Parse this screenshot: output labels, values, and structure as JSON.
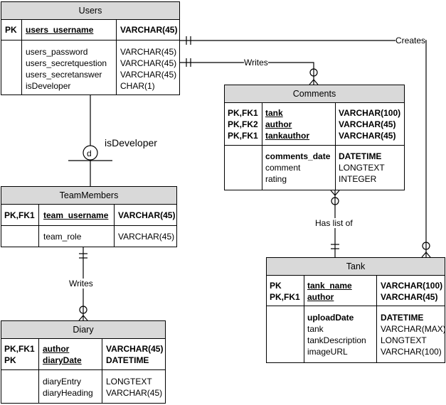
{
  "entities": {
    "users": {
      "title": "Users",
      "key_rows": [
        {
          "key": "PK",
          "name": "users_username",
          "type": "VARCHAR(45)"
        }
      ],
      "attr_rows": [
        {
          "name": "users_password",
          "type": "VARCHAR(45)"
        },
        {
          "name": "users_secretquestion",
          "type": "VARCHAR(45)"
        },
        {
          "name": "users_secretanswer",
          "type": "VARCHAR(45)"
        },
        {
          "name": "isDeveloper",
          "type": "CHAR(1)"
        }
      ]
    },
    "comments": {
      "title": "Comments",
      "key_rows": [
        {
          "key": "PK,FK1",
          "name": "tank",
          "type": "VARCHAR(100)"
        },
        {
          "key": "PK,FK2",
          "name": "author",
          "type": "VARCHAR(45)"
        },
        {
          "key": "PK,FK1",
          "name": "tankauthor",
          "type": "VARCHAR(45)"
        }
      ],
      "attr_rows": [
        {
          "name": "comments_date",
          "type": "DATETIME",
          "bold": true
        },
        {
          "name": "comment",
          "type": "LONGTEXT"
        },
        {
          "name": "rating",
          "type": "INTEGER"
        }
      ]
    },
    "teammembers": {
      "title": "TeamMembers",
      "key_rows": [
        {
          "key": "PK,FK1",
          "name": "team_username",
          "type": "VARCHAR(45)"
        }
      ],
      "attr_rows": [
        {
          "name": "team_role",
          "type": "VARCHAR(45)"
        }
      ]
    },
    "diary": {
      "title": "Diary",
      "key_rows": [
        {
          "key": "PK,FK1",
          "name": "author",
          "type": "VARCHAR(45)"
        },
        {
          "key": "PK",
          "name": "diaryDate",
          "type": "DATETIME"
        }
      ],
      "attr_rows": [
        {
          "name": "diaryEntry",
          "type": "LONGTEXT"
        },
        {
          "name": "diaryHeading",
          "type": "VARCHAR(45)"
        }
      ]
    },
    "tank": {
      "title": "Tank",
      "key_rows": [
        {
          "key": "PK",
          "name": "tank_name",
          "type": "VARCHAR(100)"
        },
        {
          "key": "PK,FK1",
          "name": "author",
          "type": "VARCHAR(45)"
        }
      ],
      "attr_rows": [
        {
          "name": "uploadDate",
          "type": "DATETIME",
          "bold": true
        },
        {
          "name": "tank",
          "type": "VARCHAR(MAX)"
        },
        {
          "name": "tankDescription",
          "type": "LONGTEXT"
        },
        {
          "name": "imageURL",
          "type": "VARCHAR(100)"
        }
      ]
    }
  },
  "relationships": {
    "creates": "Creates",
    "writes_comments": "Writes",
    "has_list_of": "Has list of",
    "writes_diary": "Writes"
  },
  "subtype": {
    "symbol": "d",
    "label": "isDeveloper"
  }
}
